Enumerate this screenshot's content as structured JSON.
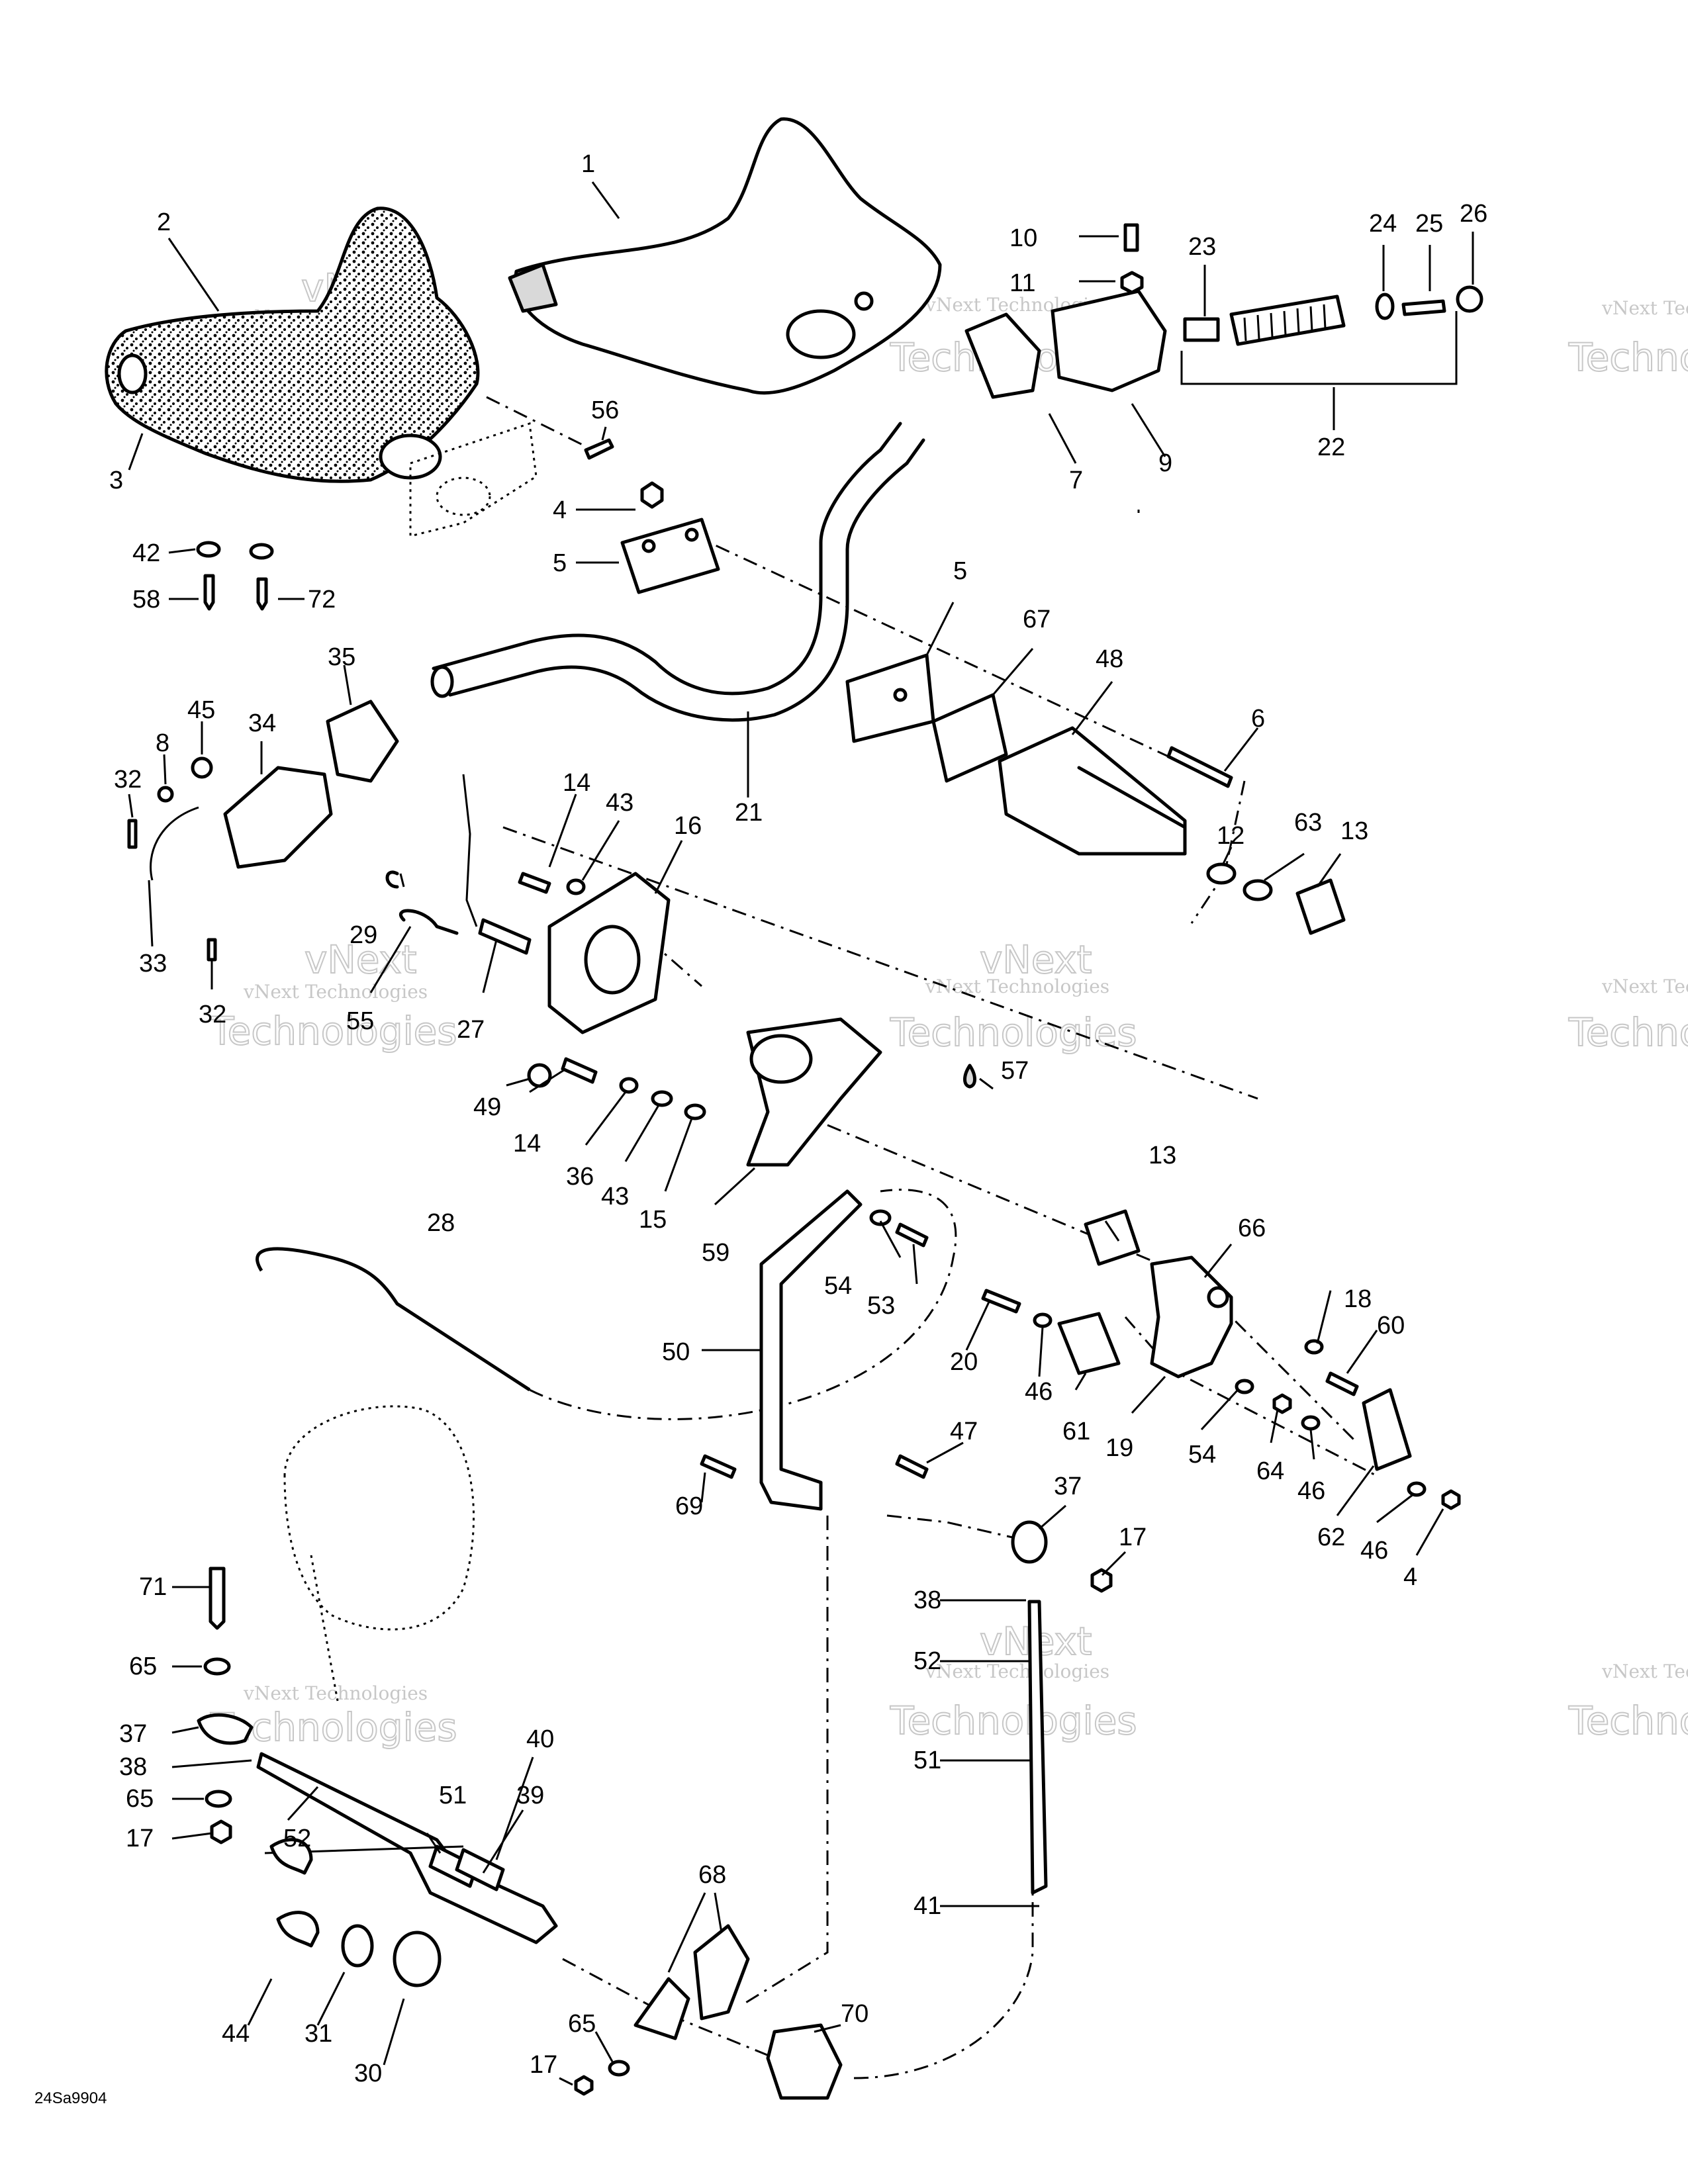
{
  "diagram_code": "24Sa9904",
  "watermark": {
    "line1": "vNext Technologies",
    "line2": "Technologies",
    "top_line": "vNext"
  },
  "callouts": [
    {
      "id": "c1",
      "text": "1"
    },
    {
      "id": "c2",
      "text": "2"
    },
    {
      "id": "c3",
      "text": "3"
    },
    {
      "id": "c10",
      "text": "10"
    },
    {
      "id": "c11",
      "text": "11"
    },
    {
      "id": "c23",
      "text": "23"
    },
    {
      "id": "c24",
      "text": "24"
    },
    {
      "id": "c25",
      "text": "25"
    },
    {
      "id": "c26",
      "text": "26"
    },
    {
      "id": "c7",
      "text": "7"
    },
    {
      "id": "c9",
      "text": "9"
    },
    {
      "id": "c22",
      "text": "22"
    },
    {
      "id": "c56",
      "text": "56"
    },
    {
      "id": "c4a",
      "text": "4"
    },
    {
      "id": "c5a",
      "text": "5"
    },
    {
      "id": "c42",
      "text": "42"
    },
    {
      "id": "c58",
      "text": "58"
    },
    {
      "id": "c72",
      "text": "72"
    },
    {
      "id": "c5b",
      "text": "5"
    },
    {
      "id": "c67",
      "text": "67"
    },
    {
      "id": "c48",
      "text": "48"
    },
    {
      "id": "c35",
      "text": "35"
    },
    {
      "id": "c45",
      "text": "45"
    },
    {
      "id": "c34",
      "text": "34"
    },
    {
      "id": "c8",
      "text": "8"
    },
    {
      "id": "c32a",
      "text": "32"
    },
    {
      "id": "c21",
      "text": "21"
    },
    {
      "id": "c6",
      "text": "6"
    },
    {
      "id": "c14a",
      "text": "14"
    },
    {
      "id": "c43a",
      "text": "43"
    },
    {
      "id": "c16",
      "text": "16"
    },
    {
      "id": "c12",
      "text": "12"
    },
    {
      "id": "c63",
      "text": "63"
    },
    {
      "id": "c13a",
      "text": "13"
    },
    {
      "id": "c29",
      "text": "29"
    },
    {
      "id": "c33",
      "text": "33"
    },
    {
      "id": "c32b",
      "text": "32"
    },
    {
      "id": "c55",
      "text": "55"
    },
    {
      "id": "c27",
      "text": "27"
    },
    {
      "id": "c49",
      "text": "49"
    },
    {
      "id": "c14b",
      "text": "14"
    },
    {
      "id": "c36",
      "text": "36"
    },
    {
      "id": "c43b",
      "text": "43"
    },
    {
      "id": "c15",
      "text": "15"
    },
    {
      "id": "c57",
      "text": "57"
    },
    {
      "id": "c59",
      "text": "59"
    },
    {
      "id": "c13b",
      "text": "13"
    },
    {
      "id": "c28",
      "text": "28"
    },
    {
      "id": "c54a",
      "text": "54"
    },
    {
      "id": "c53",
      "text": "53"
    },
    {
      "id": "c66",
      "text": "66"
    },
    {
      "id": "c18",
      "text": "18"
    },
    {
      "id": "c60",
      "text": "60"
    },
    {
      "id": "c50",
      "text": "50"
    },
    {
      "id": "c20",
      "text": "20"
    },
    {
      "id": "c46a",
      "text": "46"
    },
    {
      "id": "c61",
      "text": "61"
    },
    {
      "id": "c19",
      "text": "19"
    },
    {
      "id": "c54b",
      "text": "54"
    },
    {
      "id": "c64",
      "text": "64"
    },
    {
      "id": "c46b",
      "text": "46"
    },
    {
      "id": "c47",
      "text": "47"
    },
    {
      "id": "c62",
      "text": "62"
    },
    {
      "id": "c46c",
      "text": "46"
    },
    {
      "id": "c4b",
      "text": "4"
    },
    {
      "id": "c69",
      "text": "69"
    },
    {
      "id": "c37a",
      "text": "37"
    },
    {
      "id": "c17a",
      "text": "17"
    },
    {
      "id": "c71",
      "text": "71"
    },
    {
      "id": "c38a",
      "text": "38"
    },
    {
      "id": "c65a",
      "text": "65"
    },
    {
      "id": "c52a",
      "text": "52"
    },
    {
      "id": "c37b",
      "text": "37"
    },
    {
      "id": "c38b",
      "text": "38"
    },
    {
      "id": "c40",
      "text": "40"
    },
    {
      "id": "c51a",
      "text": "51"
    },
    {
      "id": "c39",
      "text": "39"
    },
    {
      "id": "c51b",
      "text": "51"
    },
    {
      "id": "c65b",
      "text": "65"
    },
    {
      "id": "c52b",
      "text": "52"
    },
    {
      "id": "c17b",
      "text": "17"
    },
    {
      "id": "c68",
      "text": "68"
    },
    {
      "id": "c41",
      "text": "41"
    },
    {
      "id": "c44",
      "text": "44"
    },
    {
      "id": "c31",
      "text": "31"
    },
    {
      "id": "c30",
      "text": "30"
    },
    {
      "id": "c70",
      "text": "70"
    },
    {
      "id": "c65c",
      "text": "65"
    },
    {
      "id": "c17c",
      "text": "17"
    }
  ]
}
